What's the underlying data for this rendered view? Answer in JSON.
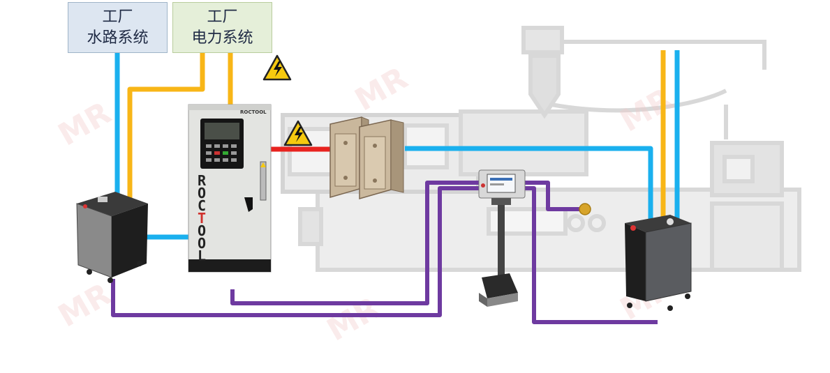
{
  "labels": {
    "water_system": {
      "line1": "工厂",
      "line2": "水路系统"
    },
    "power_system": {
      "line1": "工厂",
      "line2": "电力系统"
    }
  },
  "cabinet": {
    "vertical_text": [
      "R",
      "O",
      "C",
      "T",
      "O",
      "O",
      "L"
    ],
    "brand": "ROCTOOL"
  },
  "watermark": "MR",
  "colors": {
    "water_line": "#1ab0ee",
    "power_line": "#f8b617",
    "signal_line": "#6e3aa0",
    "hv_line": "#e8231f",
    "warning_yellow": "#f6c90f"
  },
  "icons": [
    "high-voltage-warning-icon",
    "high-voltage-warning-icon"
  ]
}
